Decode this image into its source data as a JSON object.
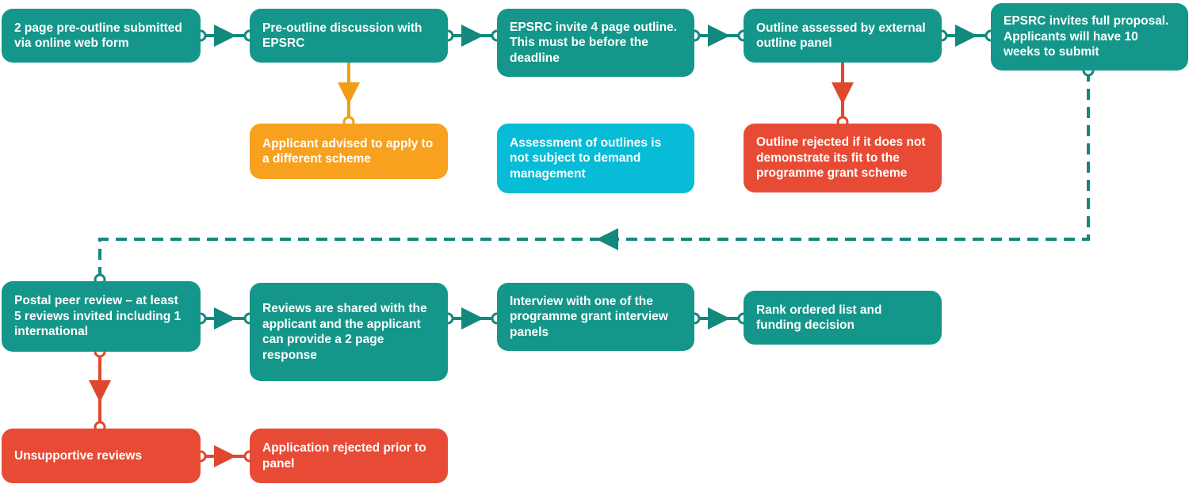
{
  "colors": {
    "teal": "#14978A",
    "orange": "#F7A11F",
    "cyan": "#06BCD6",
    "red": "#E84B35",
    "connector_teal": "#12897D",
    "connector_red": "#E0472F",
    "connector_orange": "#F29D16"
  },
  "steps": {
    "pre_outline_submit": "2 page pre-outline submitted via online web form",
    "pre_outline_discussion": "Pre-outline discussion with EPSRC",
    "invite_outline": "EPSRC invite 4 page outline. This must be before the deadline",
    "outline_assessed": "Outline assessed by external outline panel",
    "invite_full": "EPSRC invites full proposal. Applicants will have 10 weeks to submit",
    "advised_different": "Applicant advised to apply to a different scheme",
    "not_demand_managed": "Assessment of outlines is not subject to demand management",
    "outline_rejected": "Outline rejected if it does not demonstrate its fit to the programme grant scheme",
    "postal_review": "Postal peer review – at least 5 reviews invited including 1 international",
    "reviews_shared": "Reviews are shared with the applicant and the applicant can provide a 2 page response",
    "interview": "Interview with one of the programme grant interview panels",
    "rank_list": "Rank ordered list and funding decision",
    "unsupportive": "Unsupportive reviews",
    "rejected_prior": "Application rejected prior to panel"
  }
}
